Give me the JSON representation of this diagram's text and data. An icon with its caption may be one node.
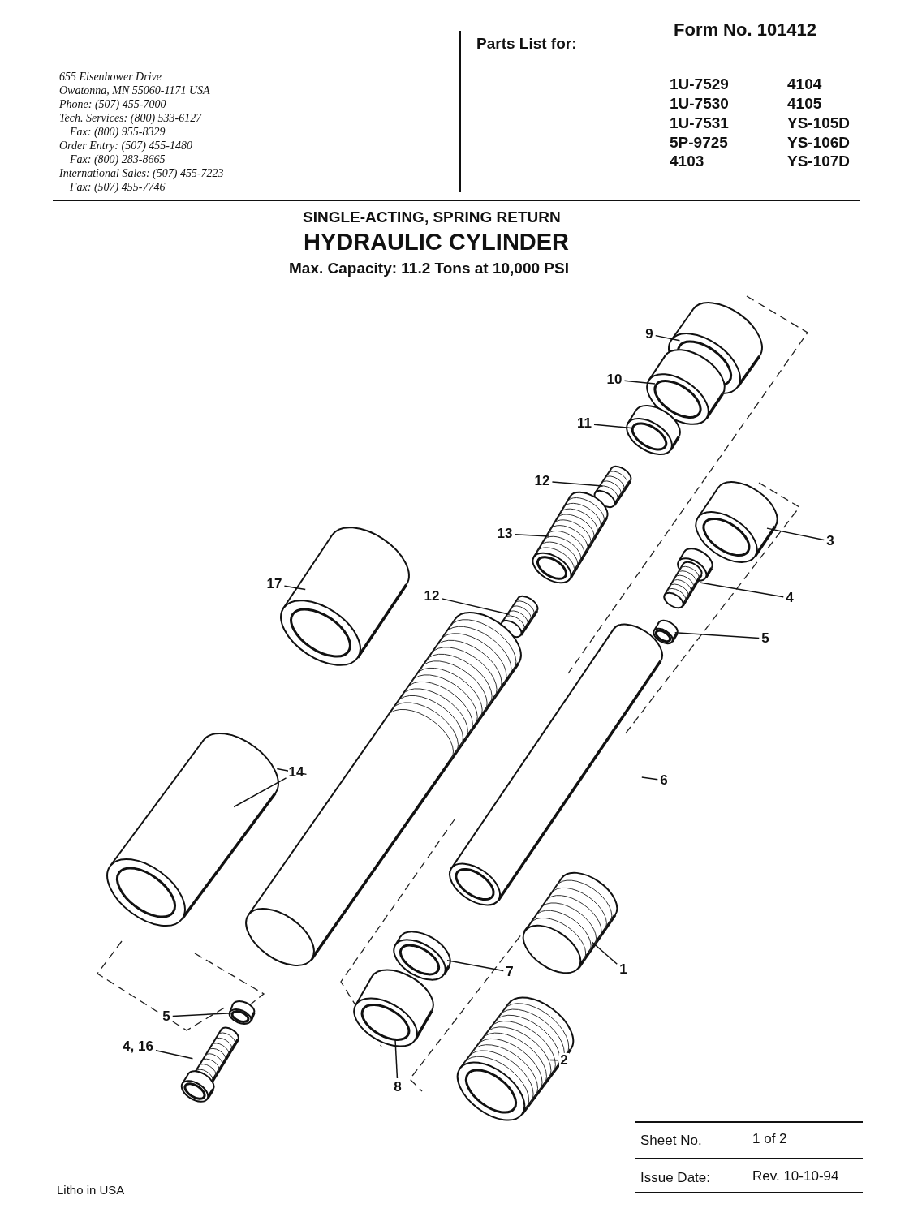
{
  "diagram": {
    "title": "HYDRAULIC CYLINDER",
    "nodes": [
      {
        "text": [
          "9"
        ]
      },
      {
        "text": [
          "10"
        ]
      },
      {
        "text": [
          "11"
        ]
      },
      {
        "text": [
          "12"
        ]
      },
      {
        "text": [
          "13"
        ]
      },
      {
        "text": [
          "3"
        ]
      },
      {
        "text": [
          "17"
        ]
      },
      {
        "text": [
          "12"
        ]
      },
      {
        "text": [
          "4"
        ]
      },
      {
        "text": [
          "5"
        ]
      },
      {
        "text": [
          "14"
        ]
      },
      {
        "text": [
          "6"
        ]
      },
      {
        "text": [
          "1"
        ]
      },
      {
        "text": [
          "7"
        ]
      },
      {
        "text": [
          "5"
        ]
      },
      {
        "text": [
          "4, 16"
        ]
      },
      {
        "text": [
          "8"
        ]
      },
      {
        "text": [
          "2"
        ]
      },
      {
        "text": [],
        "shape": "picture"
      },
      {
        "text": [],
        "shape": "picture"
      },
      {
        "text": [],
        "shape": "picture"
      },
      {
        "text": [],
        "shape": "picture"
      },
      {
        "text": [],
        "shape": "picture"
      },
      {
        "text": [],
        "shape": "picture"
      },
      {
        "text": [],
        "shape": "picture"
      },
      {
        "text": [],
        "shape": "picture"
      },
      {
        "text": [],
        "shape": "picture"
      },
      {
        "text": [],
        "shape": "picture"
      },
      {
        "text": [],
        "shape": "picture"
      },
      {
        "text": [],
        "shape": "picture"
      },
      {
        "text": [],
        "shape": "picture"
      },
      {
        "text": [],
        "shape": "picture"
      },
      {
        "text": [],
        "shape": "picture"
      },
      {
        "text": [],
        "shape": "picture"
      },
      {
        "text": [],
        "shape": "picture"
      },
      {
        "text": [],
        "shape": "picture"
      },
      {
        "text": [],
        "shape": "picture"
      }
    ],
    "edges": [
      {
        "from": 0,
        "to": 18,
        "arrow": "none"
      },
      {
        "from": 1,
        "to": 19,
        "arrow": "none"
      },
      {
        "from": 2,
        "to": 20,
        "arrow": "none"
      },
      {
        "from": 3,
        "to": 21,
        "arrow": "none"
      },
      {
        "from": 4,
        "to": 22,
        "arrow": "none"
      },
      {
        "from": 5,
        "to": 23,
        "arrow": "none"
      },
      {
        "from": 6,
        "to": 24,
        "arrow": "none"
      },
      {
        "from": 7,
        "to": 25,
        "arrow": "none"
      },
      {
        "from": 8,
        "to": 26,
        "arrow": "none"
      },
      {
        "from": 9,
        "to": 27,
        "arrow": "none"
      },
      {
        "from": 10,
        "to": 28,
        "arrow": "none"
      },
      {
        "from": 10,
        "to": 29,
        "arrow": "none"
      },
      {
        "from": 11,
        "to": 30,
        "arrow": "none"
      },
      {
        "from": 12,
        "to": 31,
        "arrow": "none"
      },
      {
        "from": 13,
        "to": 32,
        "arrow": "none"
      },
      {
        "from": 14,
        "to": 33,
        "arrow": "none"
      },
      {
        "from": 15,
        "to": 34,
        "arrow": "none"
      },
      {
        "from": 16,
        "to": 35,
        "arrow": "none"
      },
      {
        "from": 17,
        "to": 36,
        "arrow": "none"
      }
    ],
    "labels": [
      "655 Eisenhower Drive",
      "Owatonna, MN 55060-1171 USA",
      "Phone: (507) 455-7000",
      "Tech. Services: (800) 533-6127",
      "Fax: (800) 955-8329",
      "Order Entry: (507) 455-1480",
      "Fax: (800) 283-8665",
      "International Sales: (507) 455-7223",
      "Fax: (507) 455-7746",
      "Parts List for:",
      "Form No. 101412",
      "1U-7529",
      "4104",
      "1U-7530",
      "4105",
      "1U-7531",
      "YS-105D",
      "5P-9725",
      "YS-106D",
      "4103",
      "YS-107D",
      "SINGLE-ACTING, SPRING RETURN",
      "Max. Capacity: 11.2 Tons at 10,000 PSI",
      "Sheet No.",
      "1 of 2",
      "Issue Date:",
      "Rev. 10-10-94",
      "Litho in USA"
    ]
  }
}
